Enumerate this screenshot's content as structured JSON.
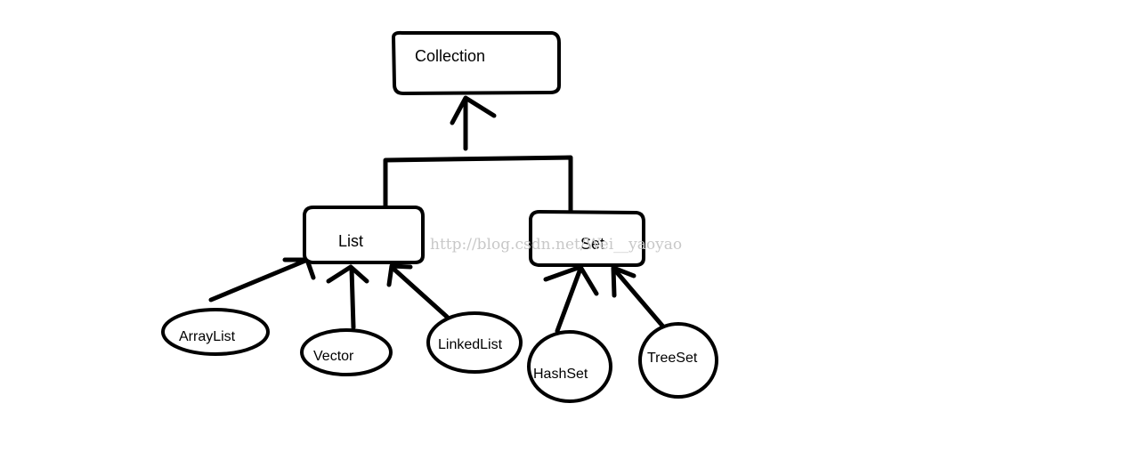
{
  "nodes": {
    "collection": "Collection",
    "list": "List",
    "set": "Set",
    "arraylist": "ArrayList",
    "vector": "Vector",
    "linkedlist": "LinkedList",
    "hashset": "HashSet",
    "treeset": "TreeSet"
  },
  "watermark": "http://blog.csdn.net/Wei__yaoyao"
}
